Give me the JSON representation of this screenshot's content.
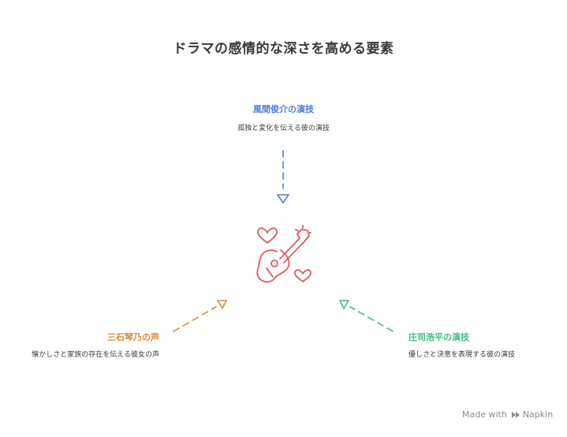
{
  "title": "ドラマの感情的な深さを高める要素",
  "nodes": {
    "top": {
      "title": "風間俊介の演技",
      "description": "孤独と変化を伝える彼の演技",
      "color": "#4a7fd4"
    },
    "left": {
      "title": "三石琴乃の声",
      "description": "懐かしさと家族の存在を伝える彼女の声",
      "color": "#d9893a"
    },
    "right": {
      "title": "庄司浩平の演技",
      "description": "優しさと決意を表現する彼の演技",
      "color": "#3fbf7f"
    }
  },
  "center": {
    "icon": "guitar-hearts-icon",
    "color": "#e05a5a"
  },
  "footer": {
    "made_with": "Made with",
    "brand": "Napkin"
  }
}
